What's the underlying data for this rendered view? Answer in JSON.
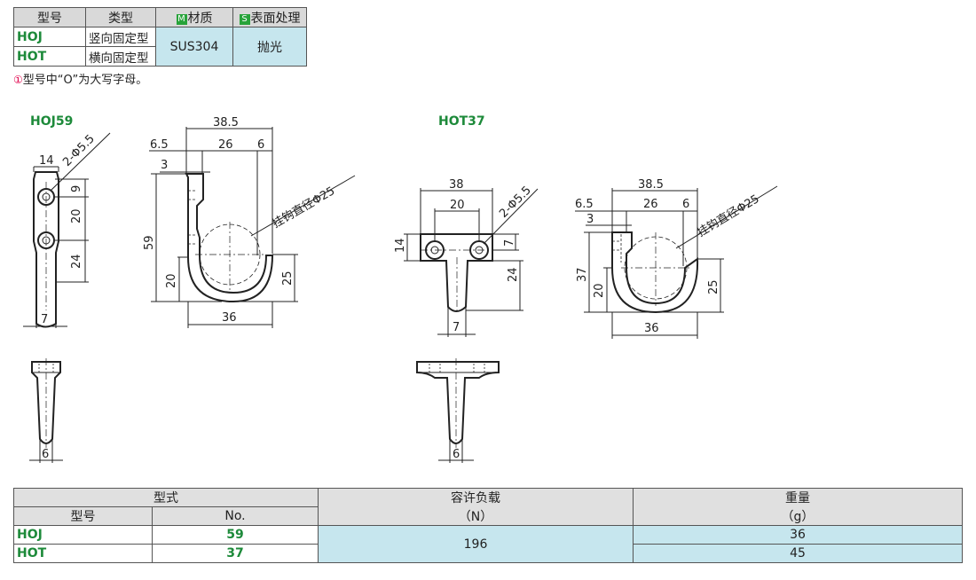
{
  "spec_table": {
    "headers": {
      "model": "型号",
      "type": "类型",
      "material_tag": "M",
      "material": "材质",
      "surface_tag": "S",
      "surface": "表面处理"
    },
    "rows": [
      {
        "code": "HOJ",
        "type": "竖向固定型"
      },
      {
        "code": "HOT",
        "type": "横向固定型"
      }
    ],
    "material_value": "SUS304",
    "surface_value": "抛光",
    "note_mark": "①",
    "note": "型号中“O”为大写字母。"
  },
  "drawing": {
    "hoj_label": "HOJ59",
    "hot_label": "HOT37",
    "hoj_side_dims": {
      "width_top": "14",
      "holes": "2-Φ5.5",
      "h1": "9",
      "h2": "20",
      "h3": "24",
      "bottom": "7"
    },
    "hoj_front_dims": {
      "total": "38.5",
      "left": "6.5",
      "mid": "26",
      "right": "6",
      "small": "3",
      "height": "59",
      "hook_h": "20",
      "depth": "25",
      "bottom": "36",
      "hook_dia": "挂钩直径Φ25"
    },
    "hoj_bottom_dims": {
      "bottom": "6"
    },
    "hot_side_dims": {
      "width": "38",
      "pitch": "20",
      "holes": "2-Φ5.5",
      "h_left": "14",
      "h_right": "7",
      "h_down": "24",
      "bottom": "7"
    },
    "hot_front_dims": {
      "total": "38.5",
      "left": "6.5",
      "mid": "26",
      "right": "6",
      "small": "3",
      "height": "37",
      "hook_h": "20",
      "depth": "25",
      "bottom": "36",
      "hook_dia": "挂钩直径Φ25"
    },
    "hot_bottom_dims": {
      "bottom": "6"
    }
  },
  "data_table": {
    "group_header": "型式",
    "col_model": "型号",
    "col_no": "No.",
    "load_header": "容许负载",
    "load_unit": "（N）",
    "weight_header": "重量",
    "weight_unit": "（g）",
    "rows": [
      {
        "code": "HOJ",
        "no": "59",
        "weight": "36"
      },
      {
        "code": "HOT",
        "no": "37",
        "weight": "45"
      }
    ],
    "load_value": "196"
  },
  "colors": {
    "accent_green": "#1d8a3a",
    "cyan_fill": "#c6e6ee",
    "header_gray": "#d9d9d9"
  }
}
